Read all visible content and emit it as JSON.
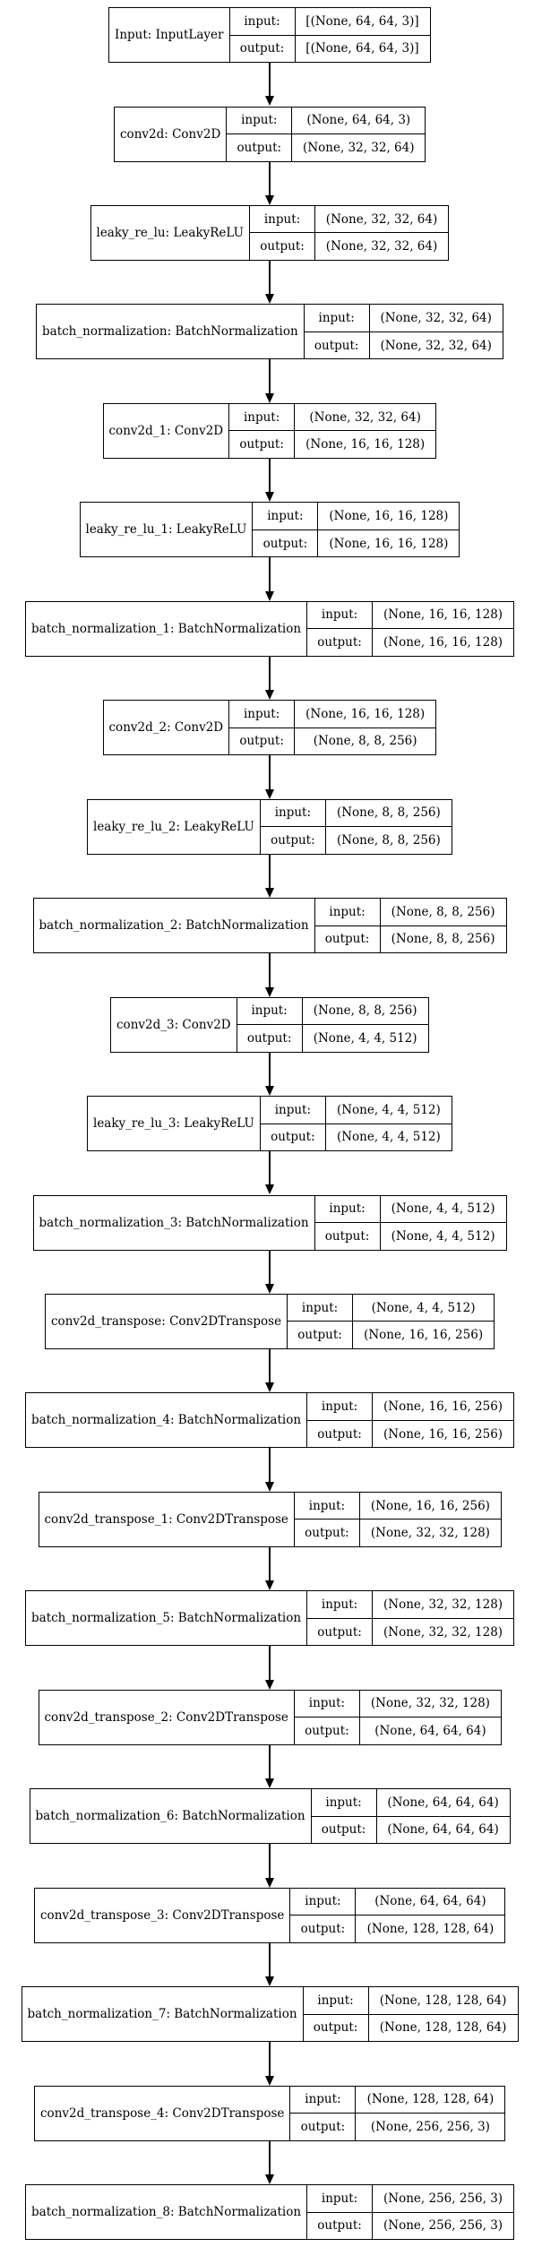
{
  "labels": {
    "input": "input:",
    "output": "output:"
  },
  "layers": [
    {
      "name": "Input: InputLayer",
      "input": "[(None, 64, 64, 3)]",
      "output": "[(None, 64, 64, 3)]"
    },
    {
      "name": "conv2d: Conv2D",
      "input": "(None, 64, 64, 3)",
      "output": "(None, 32, 32, 64)"
    },
    {
      "name": "leaky_re_lu: LeakyReLU",
      "input": "(None, 32, 32, 64)",
      "output": "(None, 32, 32, 64)"
    },
    {
      "name": "batch_normalization: BatchNormalization",
      "input": "(None, 32, 32, 64)",
      "output": "(None, 32, 32, 64)"
    },
    {
      "name": "conv2d_1: Conv2D",
      "input": "(None, 32, 32, 64)",
      "output": "(None, 16, 16, 128)"
    },
    {
      "name": "leaky_re_lu_1: LeakyReLU",
      "input": "(None, 16, 16, 128)",
      "output": "(None, 16, 16, 128)"
    },
    {
      "name": "batch_normalization_1: BatchNormalization",
      "input": "(None, 16, 16, 128)",
      "output": "(None, 16, 16, 128)"
    },
    {
      "name": "conv2d_2: Conv2D",
      "input": "(None, 16, 16, 128)",
      "output": "(None, 8, 8, 256)"
    },
    {
      "name": "leaky_re_lu_2: LeakyReLU",
      "input": "(None, 8, 8, 256)",
      "output": "(None, 8, 8, 256)"
    },
    {
      "name": "batch_normalization_2: BatchNormalization",
      "input": "(None, 8, 8, 256)",
      "output": "(None, 8, 8, 256)"
    },
    {
      "name": "conv2d_3: Conv2D",
      "input": "(None, 8, 8, 256)",
      "output": "(None, 4, 4, 512)"
    },
    {
      "name": "leaky_re_lu_3: LeakyReLU",
      "input": "(None, 4, 4, 512)",
      "output": "(None, 4, 4, 512)"
    },
    {
      "name": "batch_normalization_3: BatchNormalization",
      "input": "(None, 4, 4, 512)",
      "output": "(None, 4, 4, 512)"
    },
    {
      "name": "conv2d_transpose: Conv2DTranspose",
      "input": "(None, 4, 4, 512)",
      "output": "(None, 16, 16, 256)"
    },
    {
      "name": "batch_normalization_4: BatchNormalization",
      "input": "(None, 16, 16, 256)",
      "output": "(None, 16, 16, 256)"
    },
    {
      "name": "conv2d_transpose_1: Conv2DTranspose",
      "input": "(None, 16, 16, 256)",
      "output": "(None, 32, 32, 128)"
    },
    {
      "name": "batch_normalization_5: BatchNormalization",
      "input": "(None, 32, 32, 128)",
      "output": "(None, 32, 32, 128)"
    },
    {
      "name": "conv2d_transpose_2: Conv2DTranspose",
      "input": "(None, 32, 32, 128)",
      "output": "(None, 64, 64, 64)"
    },
    {
      "name": "batch_normalization_6: BatchNormalization",
      "input": "(None, 64, 64, 64)",
      "output": "(None, 64, 64, 64)"
    },
    {
      "name": "conv2d_transpose_3: Conv2DTranspose",
      "input": "(None, 64, 64, 64)",
      "output": "(None, 128, 128, 64)"
    },
    {
      "name": "batch_normalization_7: BatchNormalization",
      "input": "(None, 128, 128, 64)",
      "output": "(None, 128, 128, 64)"
    },
    {
      "name": "conv2d_transpose_4: Conv2DTranspose",
      "input": "(None, 128, 128, 64)",
      "output": "(None, 256, 256, 3)"
    },
    {
      "name": "batch_normalization_8: BatchNormalization",
      "input": "(None, 256, 256, 3)",
      "output": "(None, 256, 256, 3)"
    }
  ]
}
